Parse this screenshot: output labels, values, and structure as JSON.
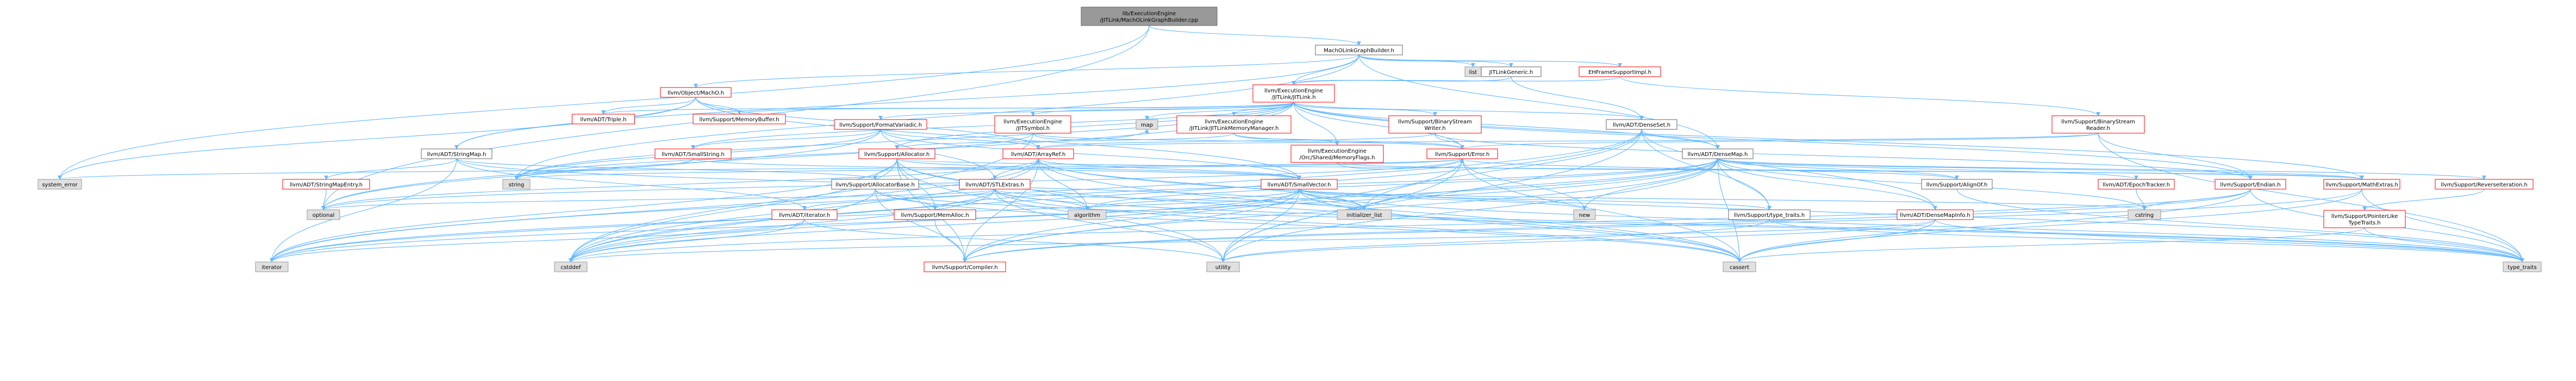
{
  "colors": {
    "edge": "#63b8ff",
    "edge_missing": "#ff5555",
    "node_root_fill": "#999999",
    "node_root_stroke": "#666666",
    "node_red_stroke": "#ff0000",
    "node_gray_fill": "#e0e0e0",
    "node_gray_stroke": "#999999",
    "node_fill": "#ffffff",
    "node_black_stroke": "#666666",
    "text": "#000000",
    "text_red": "#cc0000"
  },
  "nodes": {
    "root": {
      "lines": [
        "lib/ExecutionEngine",
        "/JITLink/MachOLinkGraphBuilder.cpp"
      ]
    },
    "machoLGB": {
      "lines": [
        "MachOLinkGraphBuilder.h"
      ]
    },
    "list": {
      "lines": [
        "list"
      ]
    },
    "jitlinkGeneric": {
      "lines": [
        "JITLinkGeneric.h"
      ]
    },
    "ehFrame": {
      "lines": [
        "EHFrameSupportImpl.h"
      ]
    },
    "objMacho": {
      "lines": [
        "llvm/Object/MachO.h"
      ]
    },
    "jitlinkH": {
      "lines": [
        "llvm/ExecutionEngine",
        "/JITLink/JITLink.h"
      ]
    },
    "triple": {
      "lines": [
        "llvm/ADT/Triple.h"
      ]
    },
    "memBuf": {
      "lines": [
        "llvm/Support/MemoryBuffer.h"
      ]
    },
    "fmtVariadic": {
      "lines": [
        "llvm/Support/FormatVariadic.h"
      ]
    },
    "jitSymbol": {
      "lines": [
        "llvm/ExecutionEngine",
        "/JITSymbol.h"
      ]
    },
    "jitLinkMemMgr": {
      "lines": [
        "llvm/ExecutionEngine",
        "/JITLink/JITLinkMemoryManager.h"
      ]
    },
    "binStreamWriter": {
      "lines": [
        "llvm/Support/BinaryStream",
        "Writer.h"
      ]
    },
    "denseSet": {
      "lines": [
        "llvm/ADT/DenseSet.h"
      ]
    },
    "binStreamReader": {
      "lines": [
        "llvm/Support/BinaryStream",
        "Reader.h"
      ]
    },
    "stringMap": {
      "lines": [
        "llvm/ADT/StringMap.h"
      ]
    },
    "smallString": {
      "lines": [
        "llvm/ADT/SmallString.h"
      ]
    },
    "allocator": {
      "lines": [
        "llvm/Support/Allocator.h"
      ]
    },
    "arrayRef": {
      "lines": [
        "llvm/ADT/ArrayRef.h"
      ]
    },
    "map": {
      "lines": [
        "map"
      ]
    },
    "orcShared": {
      "lines": [
        "llvm/ExecutionEngine",
        "/Orc/Shared/MemoryFlags.h"
      ]
    },
    "supportError": {
      "lines": [
        "llvm/Support/Error.h"
      ]
    },
    "denseMap": {
      "lines": [
        "llvm/ADT/DenseMap.h"
      ]
    },
    "stringMapEntry": {
      "lines": [
        "llvm/ADT/StringMapEntry.h"
      ]
    },
    "string": {
      "lines": [
        "string"
      ]
    },
    "allocatorBase": {
      "lines": [
        "llvm/Support/AllocatorBase.h"
      ]
    },
    "stlExtras": {
      "lines": [
        "llvm/ADT/STLExtras.h"
      ]
    },
    "smallVector": {
      "lines": [
        "llvm/ADT/SmallVector.h"
      ]
    },
    "systemError": {
      "lines": [
        "system_error"
      ]
    },
    "optional": {
      "lines": [
        "optional"
      ]
    },
    "adtIterator": {
      "lines": [
        "llvm/ADT/iterator.h"
      ]
    },
    "memAlloc": {
      "lines": [
        "llvm/Support/MemAlloc.h"
      ]
    },
    "algorithm": {
      "lines": [
        "algorithm"
      ]
    },
    "initList": {
      "lines": [
        "initializer_list"
      ]
    },
    "alignOf": {
      "lines": [
        "llvm/Support/AlignOf.h"
      ]
    },
    "epochTracker": {
      "lines": [
        "llvm/ADT/EpochTracker.h"
      ]
    },
    "endian": {
      "lines": [
        "llvm/Support/Endian.h"
      ]
    },
    "mathExtras": {
      "lines": [
        "llvm/Support/MathExtras.h"
      ]
    },
    "revIter": {
      "lines": [
        "llvm/Support/ReverseIteration.h"
      ]
    },
    "new": {
      "lines": [
        "new"
      ]
    },
    "typeTraitsSupport": {
      "lines": [
        "llvm/Support/type_traits.h"
      ]
    },
    "denseMapInfo": {
      "lines": [
        "llvm/ADT/DenseMapInfo.h"
      ]
    },
    "cstring": {
      "lines": [
        "cstring"
      ]
    },
    "ptrLikeTT": {
      "lines": [
        "llvm/Support/PointerLike",
        "TypeTraits.h"
      ]
    },
    "iterator": {
      "lines": [
        "iterator"
      ]
    },
    "cstddef": {
      "lines": [
        "cstddef"
      ]
    },
    "compiler": {
      "lines": [
        "llvm/Support/Compiler.h"
      ]
    },
    "utility": {
      "lines": [
        "utility"
      ]
    },
    "cassert": {
      "lines": [
        "cassert"
      ]
    },
    "typeTraits": {
      "lines": [
        "type_traits"
      ]
    }
  }
}
